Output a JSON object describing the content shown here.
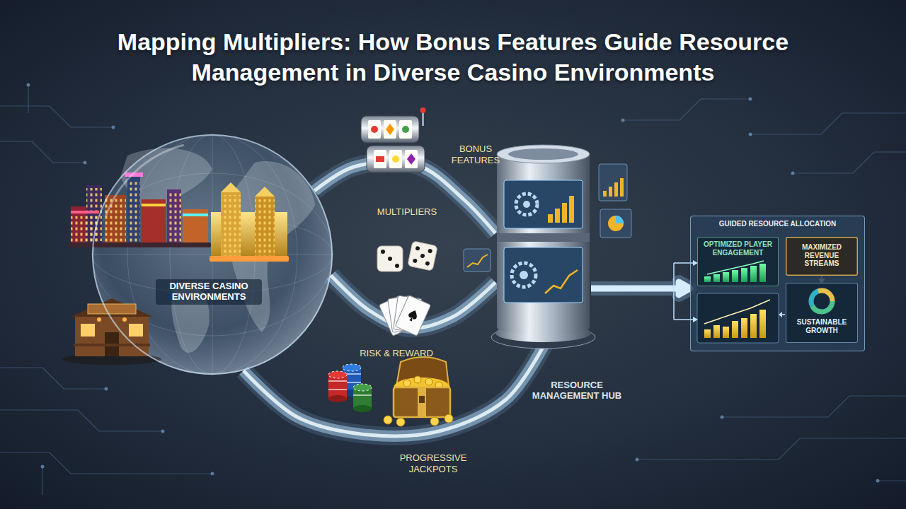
{
  "diagram": {
    "title": "Mapping Multipliers: How Bonus Features Guide Resource Management in Diverse Casino Environments",
    "nodes": [
      {
        "text": [
          "DIVERSE CASINO ENVIRONMENTS"
        ]
      },
      {
        "text": [
          "RESOURCE MANAGEMENT HUB"
        ]
      },
      {
        "text": [
          "GUIDED RESOURCE ALLOCATION"
        ]
      },
      {
        "text": [
          "OPTIMIZED PLAYER ENGAGEMENT"
        ],
        "in": 2
      },
      {
        "text": [
          "MAXIMIZED REVENUE STREAMS"
        ],
        "in": 2
      },
      {
        "text": [
          "SUSTAINABLE GROWTH"
        ],
        "in": 2
      }
    ],
    "edges": [
      {
        "from": 0,
        "to": 1,
        "arrow": "none",
        "label": "MULTIPLIERS"
      },
      {
        "from": 0,
        "to": 1,
        "arrow": "none",
        "label": "RISK & REWARD"
      },
      {
        "from": 0,
        "to": 1,
        "arrow": "none",
        "label": "PROGRESSIVE JACKPOTS"
      },
      {
        "from": 1,
        "to": 2,
        "arrow": "to"
      },
      {
        "from": 4,
        "to": 5,
        "arrow": "to"
      }
    ],
    "labels": [
      "BONUS FEATURES"
    ]
  }
}
